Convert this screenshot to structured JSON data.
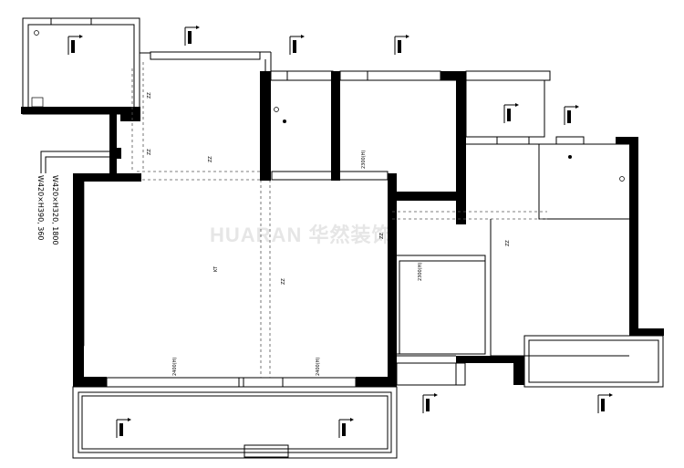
{
  "watermark": "HUARAN 华然装饰",
  "note": {
    "line1": "W420×H320, 1800",
    "line2": "W420×H390, 360"
  },
  "labels": {
    "zz": "ZZ",
    "kt": "KT",
    "h2400": "2400(H)",
    "h2300": "2300(H)"
  }
}
